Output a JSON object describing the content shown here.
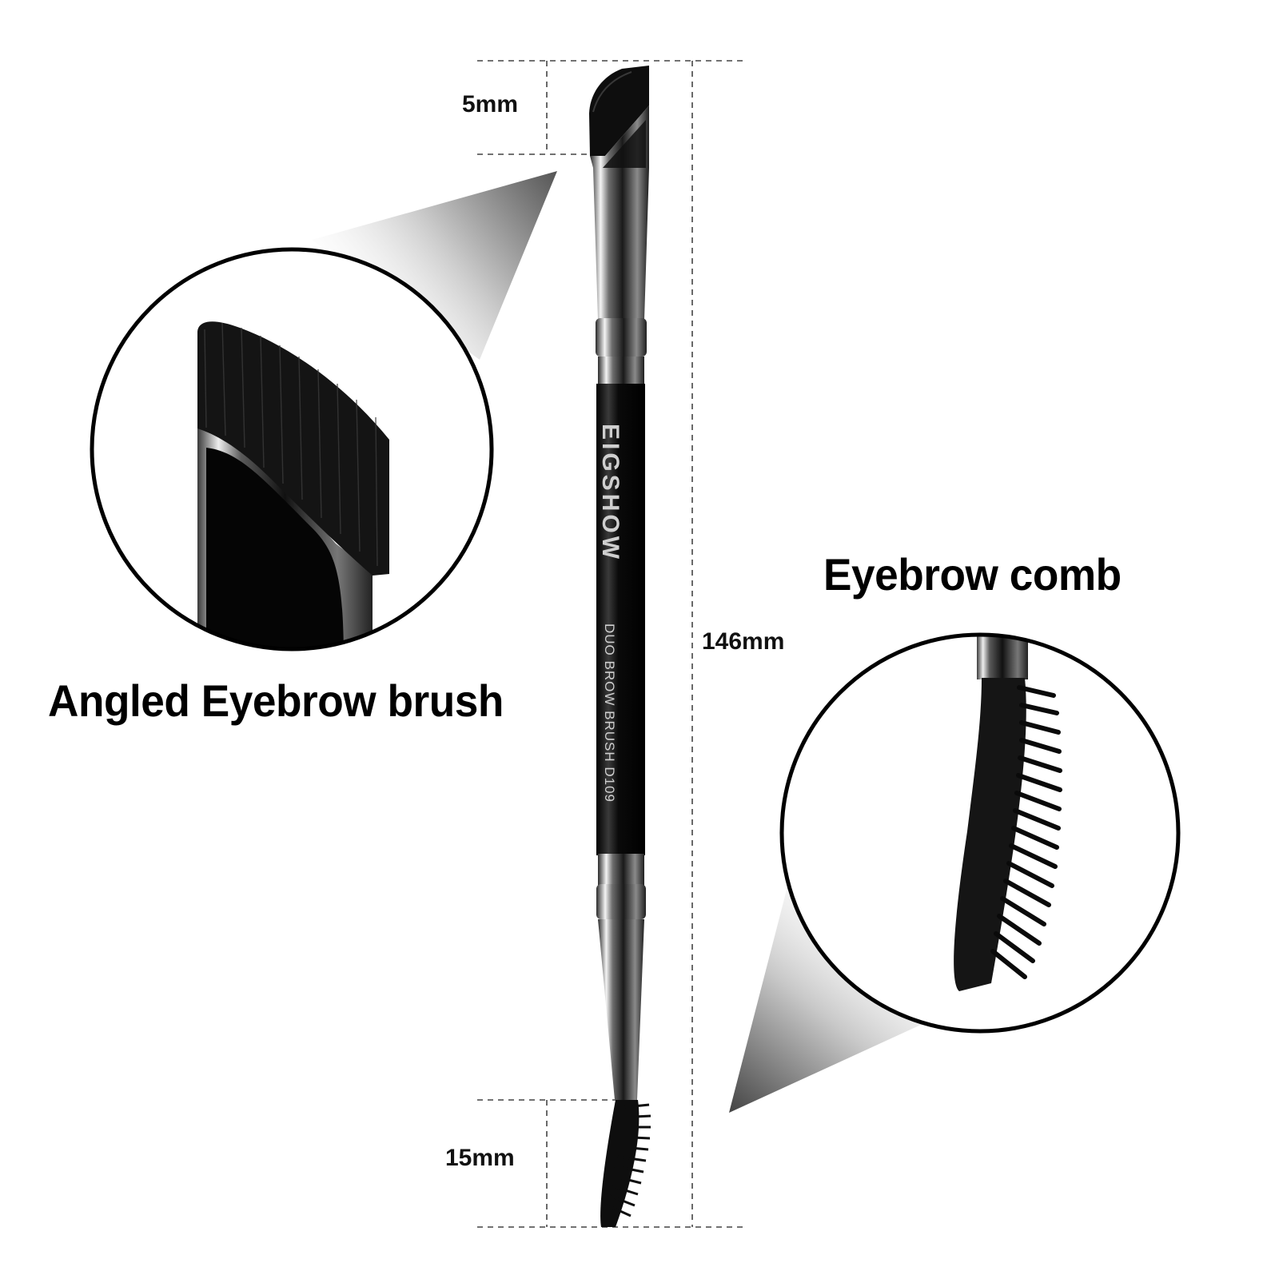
{
  "dimensions": {
    "tip_length": "5mm",
    "comb_length": "15mm",
    "total_length": "146mm"
  },
  "captions": {
    "angled": "Angled Eyebrow brush",
    "comb": "Eyebrow comb"
  },
  "handle": {
    "brand": "EIGSHOW",
    "model": "DUO BROW BRUSH   D109"
  },
  "colors": {
    "background": "#ffffff",
    "bristle": "#111111",
    "ferrule": "#9a9a9a",
    "handle": "#0d0d0d"
  }
}
